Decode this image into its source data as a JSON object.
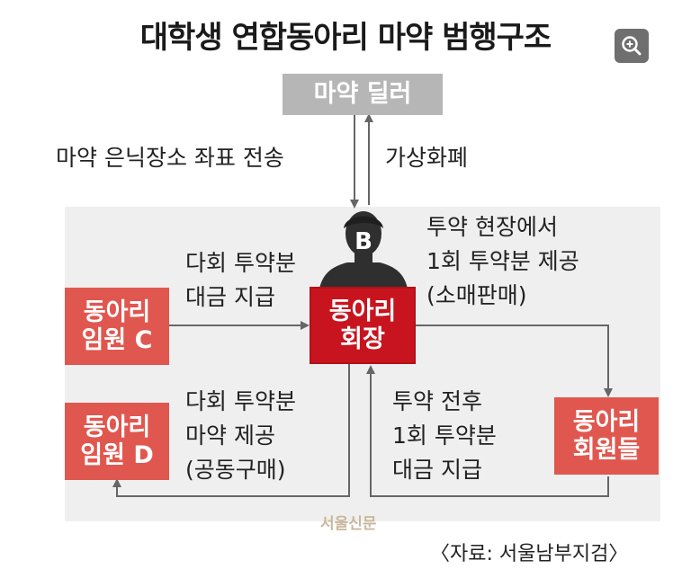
{
  "title": "대학생 연합동아리 마약 범행구조",
  "nodes": {
    "dealer": "마약 딜러",
    "president": {
      "line1": "동아리",
      "line2": "회장"
    },
    "president_badge": "B",
    "officer_c": {
      "line1": "동아리",
      "line2": "임원 C"
    },
    "officer_d": {
      "line1": "동아리",
      "line2": "임원 D"
    },
    "members": {
      "line1": "동아리",
      "line2": "회원들"
    }
  },
  "edges": {
    "to_dealer_left": "마약 은닉장소 좌표 전송",
    "to_dealer_right": "가상화폐",
    "c_to_president": {
      "line1": "다회 투약분",
      "line2": "대금 지급"
    },
    "president_to_d": {
      "line1": "다회 투약분",
      "line2": "마약 제공",
      "line3": "(공동구매)"
    },
    "president_to_members": {
      "line1": "투약 현장에서",
      "line2": "1회 투약분 제공",
      "line3": "(소매판매)"
    },
    "members_to_president": {
      "line1": "투약 전후",
      "line2": "1회 투약분",
      "line3": "대금 지급"
    }
  },
  "watermark": "서울신문",
  "source": "〈자료: 서울남부지검〉",
  "icons": {
    "zoom": "zoom-in-icon",
    "person": "person-silhouette-icon"
  },
  "colors": {
    "red": "#e0574f",
    "dark_red": "#c8141e",
    "gray": "#b6b6b6",
    "panel": "#efefef",
    "arrow": "#666666"
  }
}
